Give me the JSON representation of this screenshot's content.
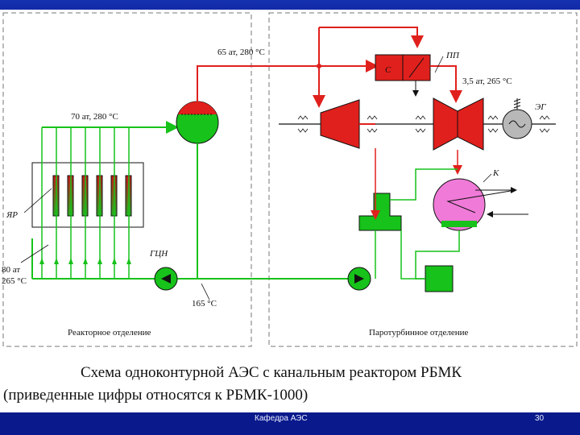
{
  "labels": {
    "steam_drum_out": "65 ат, 280 °С",
    "steam_in": "70 ат, 280 °С",
    "turbine_lp": "3,5 ат, 265 °С",
    "pp": "ПП",
    "eg": "ЭГ",
    "k": "К",
    "yar": "ЯР",
    "gcn": "ГЦН",
    "inlet": "80 ат\n265 °С",
    "inlet_line1": "80 ат",
    "inlet_line2": "265 °С",
    "return_temp": "165 °С",
    "separator_c": "С"
  },
  "sections": {
    "reactor": "Реакторное отделение",
    "turbine": "Паротурбинное отделение"
  },
  "caption": {
    "line1": "Схема одноконтурной АЭС с канальным реактором РБМК",
    "line2": "(приведенные цифры относятся к РБМК-1000)"
  },
  "footer": {
    "department": "Кафедра АЭС",
    "page": "30"
  },
  "colors": {
    "steam": "#e0201c",
    "water": "#17c21a",
    "condenser": "#f07ad8",
    "generator": "#b8b8b8",
    "background": "#0a1a8c"
  }
}
